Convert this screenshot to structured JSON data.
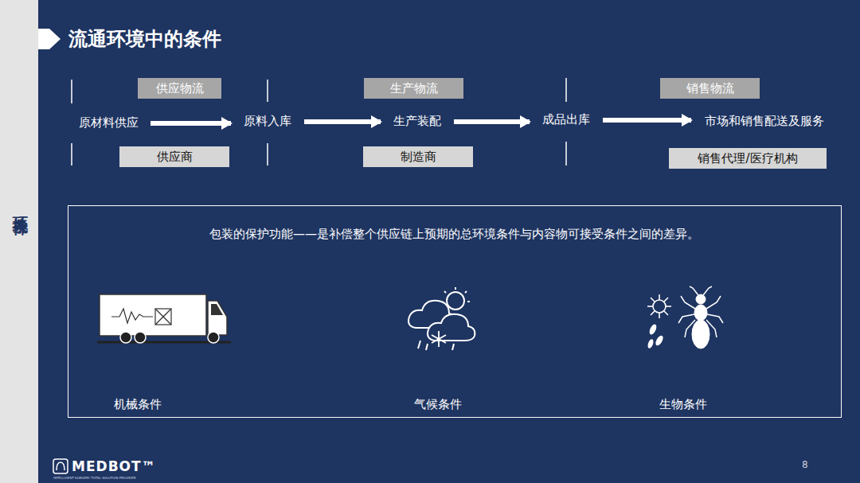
{
  "diagram": {
    "title": "流通环境中的条件",
    "nodes": [
      {
        "text": [
          "供应物流"
        ]
      },
      {
        "text": [
          "生产物流"
        ]
      },
      {
        "text": [
          "销售物流"
        ]
      },
      {
        "text": [
          "原材料供应"
        ]
      },
      {
        "text": [
          "原料入库"
        ]
      },
      {
        "text": [
          "生产装配"
        ]
      },
      {
        "text": [
          "成品出库"
        ]
      },
      {
        "text": [
          "市场和销售配送及服务"
        ]
      },
      {
        "text": [
          "供应商"
        ]
      },
      {
        "text": [
          "制造商"
        ]
      },
      {
        "text": [
          "销售代理/医疗机构"
        ]
      },
      {
        "text": [
          "包装的保护功能——是补偿整个供应链上预期的总环境条件与内容物可接受条件之间的差异。",
          "机械条件",
          "气候条件",
          "生物条件"
        ]
      }
    ],
    "edges": [
      {
        "from": 3,
        "to": 4,
        "arrow": "to"
      },
      {
        "from": 4,
        "to": 5,
        "arrow": "to"
      },
      {
        "from": 5,
        "to": 6,
        "arrow": "to"
      },
      {
        "from": 6,
        "to": 7,
        "arrow": "to"
      }
    ],
    "labels": [
      "环境条件",
      "MEDBOT™",
      "INTELLIGENT SURGERY TOTAL SOLUTION PROVIDER",
      "8"
    ]
  }
}
